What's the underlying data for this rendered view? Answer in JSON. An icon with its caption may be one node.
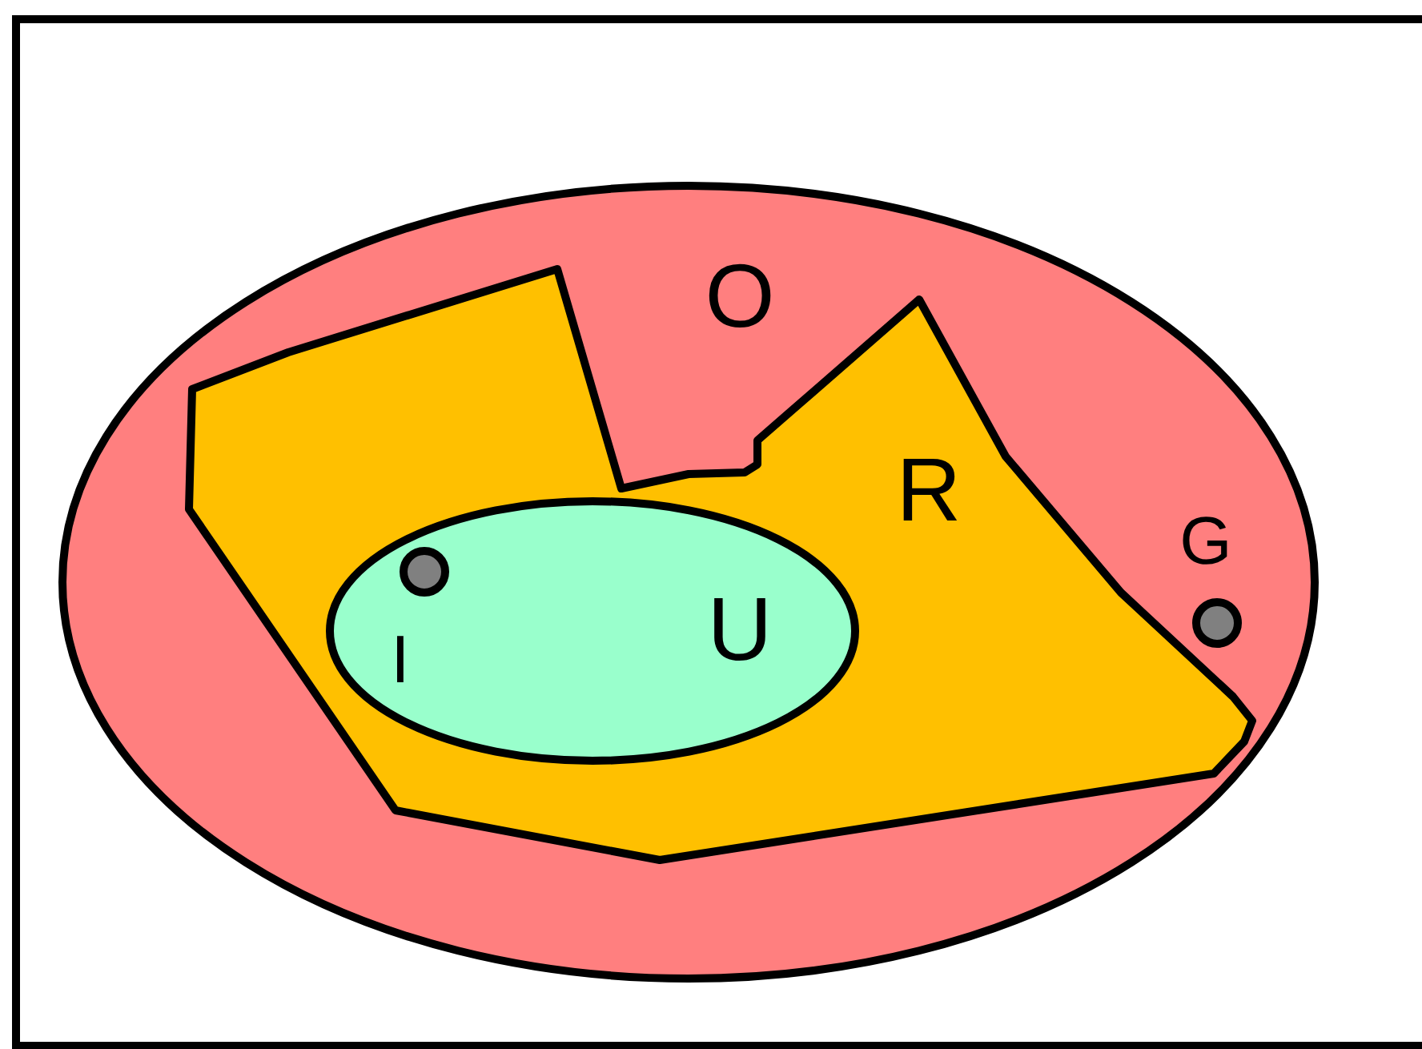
{
  "diagram": {
    "nodes": [
      {
        "text": [
          "O"
        ]
      },
      {
        "text": [
          "R"
        ],
        "in": 0
      },
      {
        "text": [
          "U"
        ],
        "in": 1
      },
      {
        "text": [],
        "shape": "circle",
        "in": 2,
        "beside": [
          "I"
        ]
      },
      {
        "text": [],
        "shape": "circle",
        "in": 0,
        "beside": [
          "G"
        ]
      }
    ]
  }
}
